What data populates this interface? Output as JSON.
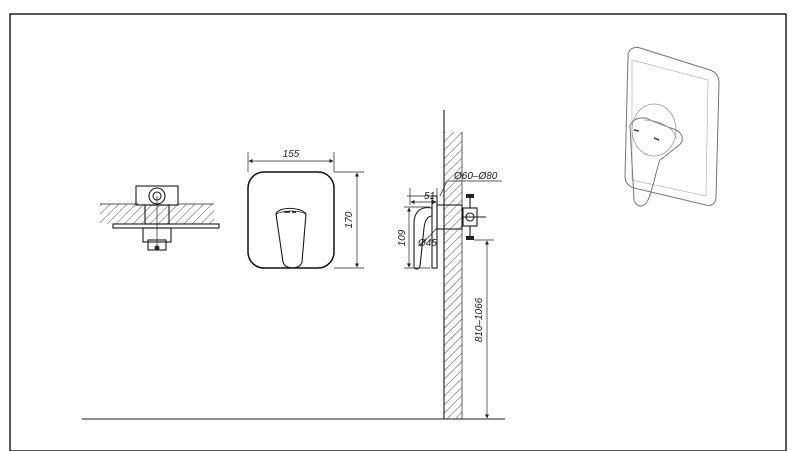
{
  "dimensions": {
    "cover_width": "155",
    "cover_height": "170",
    "pipe_diameter": "Ø60–Ø80",
    "wall_offset": "51",
    "projection": "109",
    "cartridge_diameter": "Ø45",
    "install_height": "810–1066"
  },
  "colors": {
    "line": "#111111",
    "hatch": "#222222",
    "render_outline": "#777777"
  }
}
